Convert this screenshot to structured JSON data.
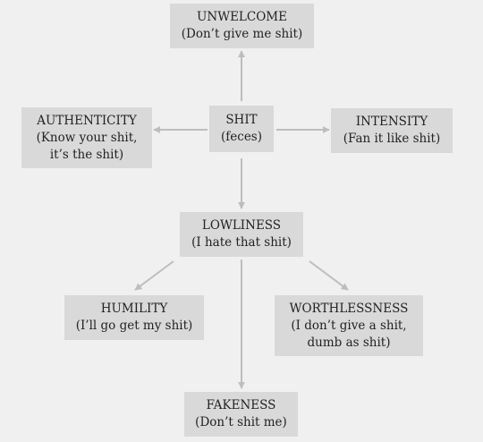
{
  "nodes": {
    "center": {
      "title": "SHIT",
      "lines": [
        "(feces)"
      ]
    },
    "unwelcome": {
      "title": "UNWELCOME",
      "lines": [
        "(Don’t give me shit)"
      ]
    },
    "authenticity": {
      "title": "AUTHENTICITY",
      "lines": [
        "(Know your shit,",
        "it’s the shit)"
      ]
    },
    "intensity": {
      "title": "INTENSITY",
      "lines": [
        "(Fan it like shit)"
      ]
    },
    "lowliness": {
      "title": "LOWLINESS",
      "lines": [
        "(I hate that shit)"
      ]
    },
    "humility": {
      "title": "HUMILITY",
      "lines": [
        "(I’ll go get my shit)"
      ]
    },
    "worthlessness": {
      "title": "WORTHLESSNESS",
      "lines": [
        "(I don’t give a shit,",
        "dumb as shit)"
      ]
    },
    "fakeness": {
      "title": "FAKENESS",
      "lines": [
        "(Don’t shit me)"
      ]
    }
  },
  "colors": {
    "background": "#f0f0f0",
    "box": "#d9d9d9",
    "arrow": "#bdbdbd",
    "text": "#222222"
  }
}
